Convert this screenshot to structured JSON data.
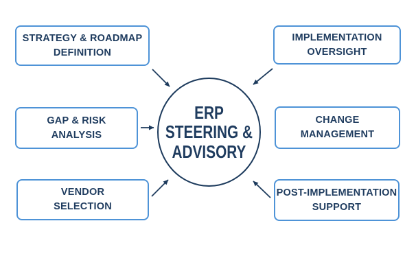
{
  "diagram": {
    "title": "ERP Steering & Advisory",
    "center_node": {
      "label": "ERP STEERING & ADVISORY",
      "lines": [
        "ERP",
        "STEERING &",
        "ADVISORY"
      ]
    },
    "nodes": [
      {
        "id": "strategy-roadmap-definition",
        "label": "STRATEGY & ROADMAP DEFINITION",
        "lines": [
          "STRATEGY & ROADMAP",
          "DEFINITION"
        ],
        "position": "top-left",
        "arrow_to_center": true
      },
      {
        "id": "gap-risk-analysis",
        "label": "GAP & RISK ANALYSIS",
        "lines": [
          "GAP & RISK",
          "ANALYSIS"
        ],
        "position": "middle-left",
        "arrow_to_center": true
      },
      {
        "id": "vendor-selection",
        "label": "VENDOR SELECTION",
        "lines": [
          "VENDOR",
          "SELECTION"
        ],
        "position": "bottom-left",
        "arrow_to_center": true
      },
      {
        "id": "implementation-oversight",
        "label": "IMPLEMENTATION OVERSIGHT",
        "lines": [
          "IMPLEMENTATION",
          "OVERSIGHT"
        ],
        "position": "top-right",
        "arrow_to_center": true
      },
      {
        "id": "change-management",
        "label": "CHANGE MANAGEMENT",
        "lines": [
          "CHANGE",
          "MANAGEMENT"
        ],
        "position": "middle-right",
        "arrow_to_center": false
      },
      {
        "id": "post-implementation-support",
        "label": "POST-IMPLEMENTATION SUPPORT",
        "lines": [
          "POST-IMPLEMENTATION",
          "SUPPORT"
        ],
        "position": "bottom-right",
        "arrow_to_center": true
      }
    ],
    "colors": {
      "background": "#ffffff",
      "box_border": "#4e93d7",
      "box_fill": "#ffffff",
      "text": "#1f3c5f",
      "circle_stroke": "#1c3a5c",
      "arrow": "#1c3a5c"
    }
  }
}
